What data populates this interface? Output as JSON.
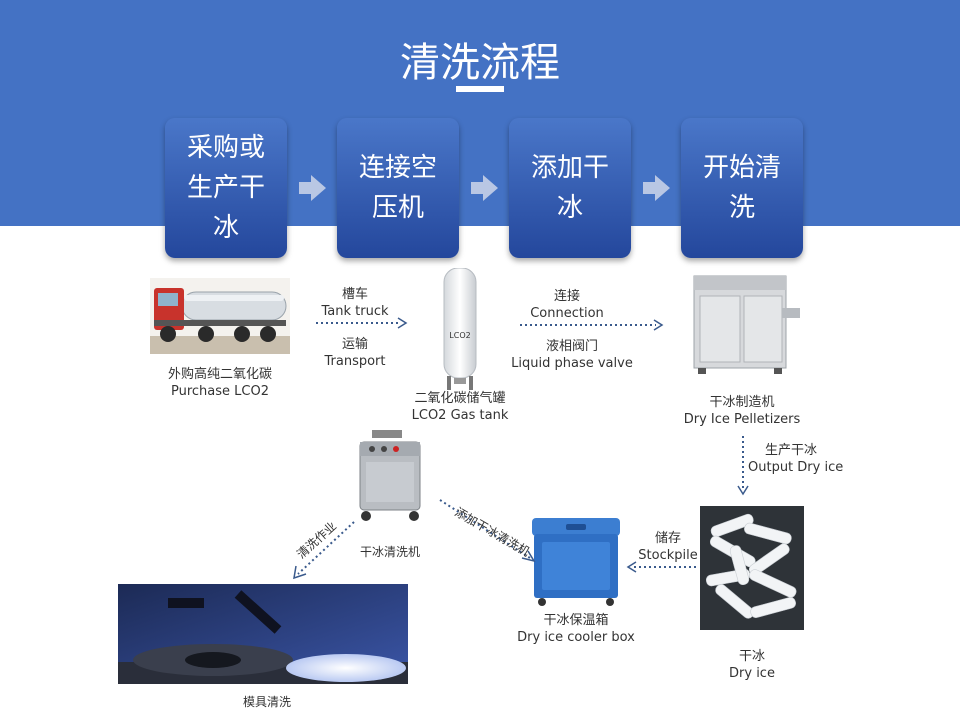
{
  "title": "清洗流程",
  "steps": [
    {
      "label": "采购或生产干冰"
    },
    {
      "label": "连接空压机"
    },
    {
      "label": "添加干冰"
    },
    {
      "label": "开始清洗"
    }
  ],
  "flow": {
    "truck": {
      "cn": "外购高纯二氧化碳",
      "en": "Purchase LCO2"
    },
    "truck_arrow": {
      "top_cn": "槽车",
      "top_en": "Tank truck",
      "bottom_cn": "运输",
      "bottom_en": "Transport"
    },
    "tank": {
      "cn": "二氧化碳储气罐",
      "en": "LCO2 Gas tank",
      "mark": "LCO2"
    },
    "tank_arrow": {
      "top_cn": "连接",
      "top_en": "Connection",
      "bottom_cn": "液相阀门",
      "bottom_en": "Liquid phase valve"
    },
    "pelletizer": {
      "cn": "干冰制造机",
      "en": "Dry Ice Pelletizers"
    },
    "output_arrow": {
      "cn": "生产干冰",
      "en": "Output Dry ice"
    },
    "dry_ice": {
      "cn": "干冰",
      "en": "Dry ice"
    },
    "stockpile_arrow": {
      "cn": "储存",
      "en": "Stockpile"
    },
    "cooler": {
      "cn": "干冰保温箱",
      "en": "Dry ice cooler box"
    },
    "add_arrow": {
      "cn": "添加干冰清洗机"
    },
    "blaster": {
      "cn": "干冰清洗机"
    },
    "clean_arrow": {
      "cn": "清洗作业"
    },
    "mold": {
      "cn": "模具清洗"
    }
  }
}
